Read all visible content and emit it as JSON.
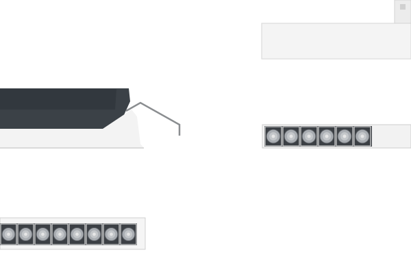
{
  "scene": {
    "description_hidden": false,
    "products": [
      {
        "id": "recessed-profile-side",
        "icon": "recessed-linear-profile-icon",
        "housing_color": "#3a3f45",
        "trim_color": "#f2f2f2"
      },
      {
        "id": "track-mounted-housing",
        "icon": "track-luminaire-icon",
        "housing_color": "#f3f3f3"
      },
      {
        "id": "track-lens-module",
        "lens_count": 6,
        "icon": "lens-module-icon"
      },
      {
        "id": "recessed-lens-module",
        "lens_count": 8,
        "icon": "lens-module-icon"
      }
    ],
    "colors": {
      "background": "#ffffff",
      "lens_frame": "#d9d9d9",
      "lens_dark": "#3b3f44",
      "lens_ring": "#a9adb2",
      "lens_center": "#e6e6e6",
      "wire": "#8a8d90"
    }
  }
}
